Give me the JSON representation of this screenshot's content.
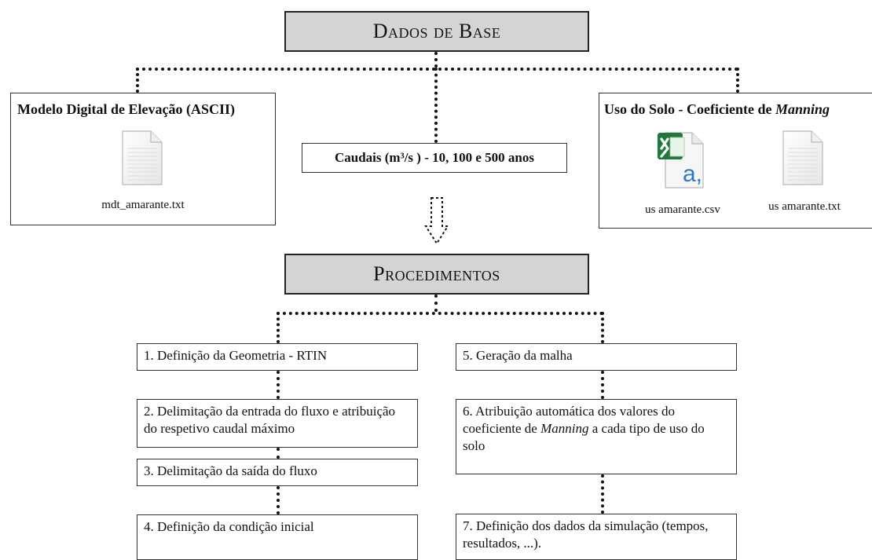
{
  "base": {
    "title": "Dados de Base",
    "mdt": {
      "title": "Modelo Digital de Elevação (ASCII)",
      "file": "mdt_amarante.txt"
    },
    "caudais": {
      "label": "Caudais (m³/s ) - 10, 100 e 500 anos"
    },
    "uso": {
      "title_prefix": "Uso do Solo - Coeficiente de ",
      "title_italic": "Manning",
      "file_csv": "us  amarante.csv",
      "file_txt": "us  amarante.txt"
    }
  },
  "proc": {
    "title": "Procedimentos",
    "left": [
      "1. Definição da Geometria - RTIN",
      "2. Delimitação da entrada do fluxo e atribuição do respetivo caudal máximo",
      "3. Delimitação da saída do fluxo",
      "4. Definição da condição inicial"
    ],
    "right": {
      "s5": "5. Geração da malha",
      "s6_a": "6. Atribuição automática dos valores do coeficiente de ",
      "s6_italic": "Manning",
      "s6_b": " a cada tipo de uso do solo",
      "s7": "7. Definição dos dados da simulação (tempos, resultados, ...)."
    }
  },
  "colors": {
    "header_bg": "#d4d4d4",
    "excel_green": "#1e7a3a",
    "excel_blue": "#2f78c6"
  },
  "icons": {
    "text_file": "text-file-icon",
    "excel_file": "excel-csv-file-icon",
    "arrow": "dotted-down-arrow-icon"
  }
}
